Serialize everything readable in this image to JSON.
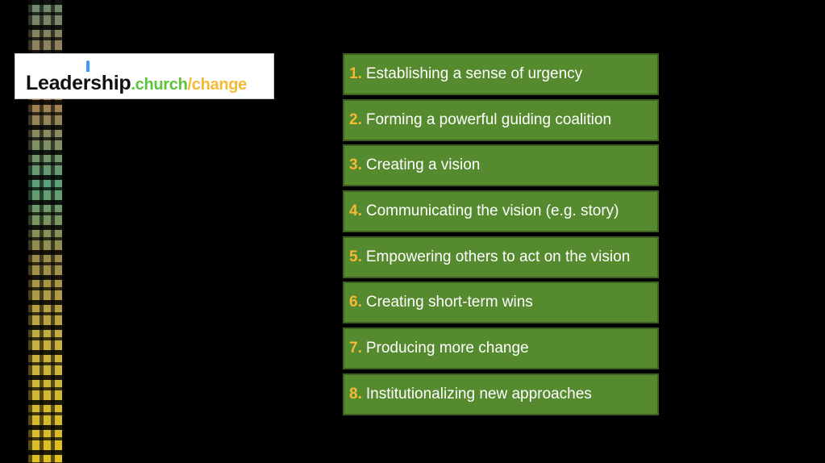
{
  "logo": {
    "lead": "Leadership",
    "church": ".church",
    "change": "/change"
  },
  "steps": [
    {
      "num": "1.",
      "text": "Establishing a sense of urgency"
    },
    {
      "num": "2.",
      "text": "Forming a powerful guiding coalition"
    },
    {
      "num": "3.",
      "text": "Creating a vision"
    },
    {
      "num": "4.",
      "text": "Communicating the vision (e.g. story)"
    },
    {
      "num": "5.",
      "text": "Empowering others to act on the vision"
    },
    {
      "num": "6.",
      "text": "Creating short-term wins"
    },
    {
      "num": "7.",
      "text": "Producing more change"
    },
    {
      "num": "8.",
      "text": "Institutionalizing new approaches"
    }
  ],
  "colors": {
    "box": "#568a2f",
    "number": "#f5b935",
    "church": "#5cc43a"
  }
}
